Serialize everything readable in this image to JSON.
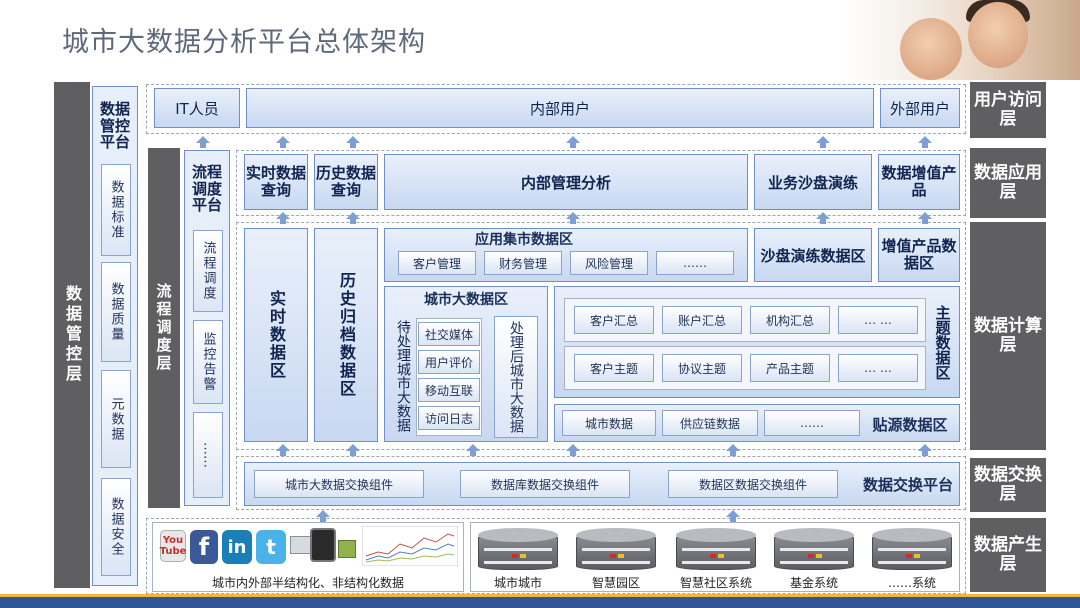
{
  "title": "城市大数据分析平台总体架构",
  "left": {
    "mgmt_layer": "数据管控层",
    "mgmt_platform": "数据管控平台",
    "mgmt_items": [
      "数据标准",
      "数据质量",
      "元数据",
      "数据安全"
    ],
    "flow_layer": "流程调度层",
    "flow_platform": "流程调度平台",
    "flow_items": [
      "流程调度",
      "监控告警",
      "……"
    ]
  },
  "right_layers": [
    "用户访问层",
    "数据应用层",
    "数据计算层",
    "数据交换层",
    "数据产生层"
  ],
  "user_layer": {
    "it": "IT人员",
    "internal": "内部用户",
    "external": "外部用户"
  },
  "app_layer": {
    "realtime_query": "实时数据查询",
    "history_query": "历史数据查询",
    "internal_analysis": "内部管理分析",
    "sandbox": "业务沙盘演练",
    "value_add": "数据增值产品"
  },
  "compute": {
    "realtime_zone": "实时数据区",
    "history_zone": "历史归档数据区",
    "mart_title": "应用集市数据区",
    "mart_items": [
      "客户管理",
      "财务管理",
      "风险管理",
      "……"
    ],
    "sandbox_zone": "沙盘演练数据区",
    "value_zone": "增值产品数据区",
    "city_zone": "城市大数据区",
    "pending": "待处理城市大数据",
    "pending_items": [
      "社交媒体",
      "用户评价",
      "移动互联",
      "访问日志"
    ],
    "processed": "处理后城市大数据",
    "topic_row1": [
      "客户汇总",
      "账户汇总",
      "机构汇总",
      "… …"
    ],
    "topic_row2": [
      "客户主题",
      "协议主题",
      "产品主题",
      "… …"
    ],
    "topic_label": "主题数据区",
    "source_items": [
      "城市数据",
      "供应链数据",
      "……"
    ],
    "source_label": "贴源数据区"
  },
  "exchange": {
    "items": [
      "城市大数据交换组件",
      "数据库数据交换组件",
      "数据区数据交换组件"
    ],
    "label": "数据交换平台"
  },
  "produce": {
    "semi": "城市内外部半结构化、非结构化数据",
    "social_icons": [
      "youtube-icon",
      "facebook-icon",
      "linkedin-icon",
      "twitter-icon"
    ],
    "db_labels": [
      "城市城市",
      "智慧园区",
      "智慧社区系统",
      "基金系统",
      "……系统"
    ]
  },
  "colors": {
    "band": "#5f5f61",
    "box": "#c8d8f1",
    "border": "#6f8fc6",
    "accent": "#2f5597"
  }
}
